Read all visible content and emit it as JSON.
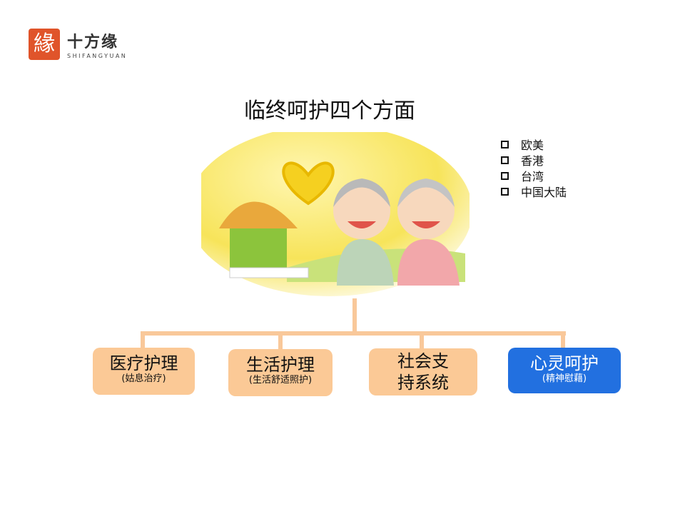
{
  "logo": {
    "seal_text": "緣",
    "name_cn": "十方缘",
    "name_en": "SHIFANGYUAN"
  },
  "title": "临终呵护四个方面",
  "bullets": [
    "欧美",
    "香港",
    "台湾",
    "中国大陆"
  ],
  "nodes": [
    {
      "main": "医疗护理",
      "sub": "(姑息治疗)"
    },
    {
      "main": "生活护理",
      "sub": "(生活舒适照护)"
    },
    {
      "main": "社会支持系统",
      "sub": ""
    },
    {
      "main": "心灵呵护",
      "sub": "(精神慰藉)"
    }
  ],
  "colors": {
    "connector": "#f9c89a",
    "node": "#fbc996",
    "highlight": "#2270e0",
    "seal": "#e0542a"
  }
}
